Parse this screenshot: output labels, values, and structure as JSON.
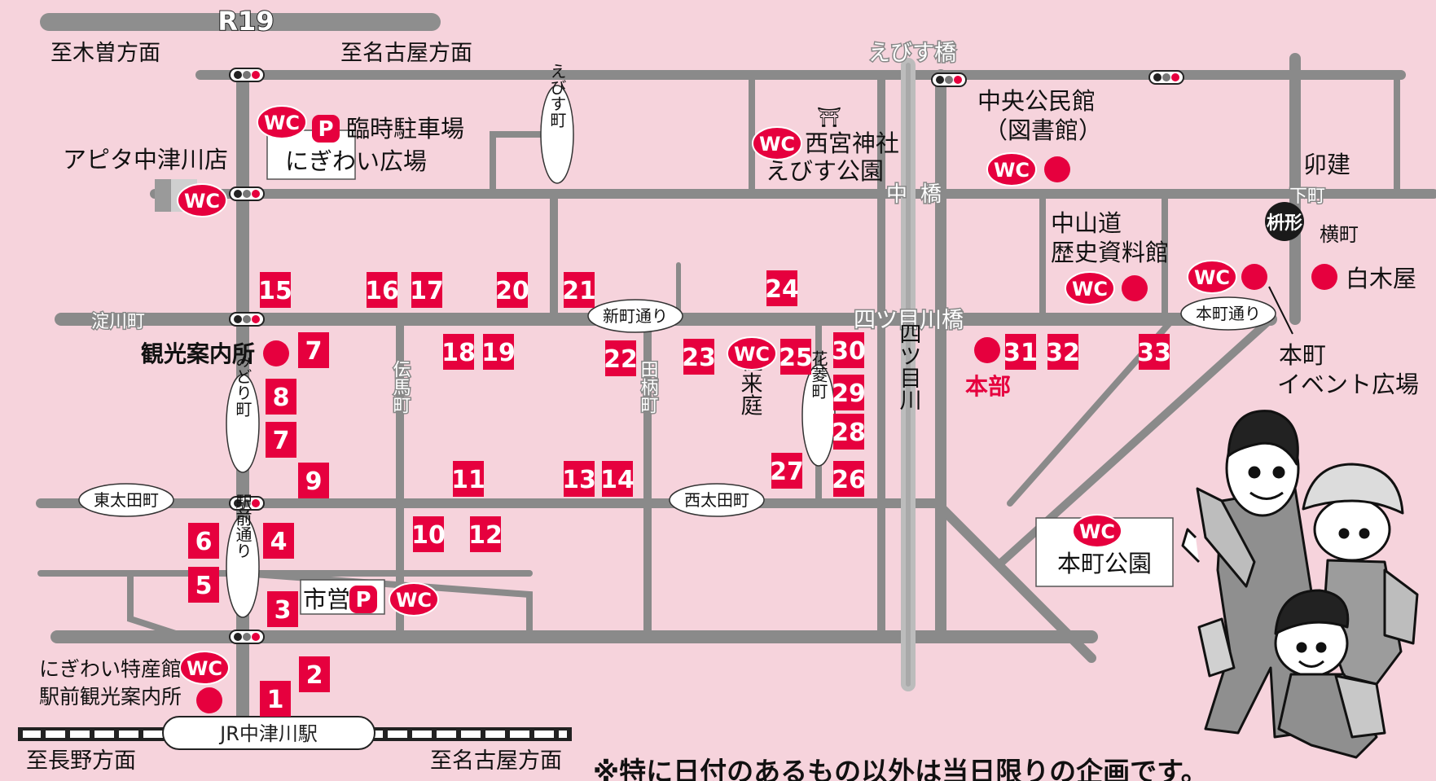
{
  "route": {
    "label": "R19"
  },
  "directions": {
    "kiso": "至木曽方面",
    "nagoya_top": "至名古屋方面",
    "nagano": "至長野方面",
    "nagoya_bottom": "至名古屋方面"
  },
  "bridges": {
    "ebisu": "えびす橋",
    "naka_1": "中",
    "naka_2": "橋",
    "yotsumegawa": "四ツ目川橋"
  },
  "river": {
    "name": "四ツ目川"
  },
  "streets": {
    "yodogawa": "淀川町",
    "denma": "伝馬町",
    "tagara": "田柄町",
    "shimomachi": "下町",
    "yokomachi": "横町",
    "ourai": "往来庭"
  },
  "oval_labels": {
    "ebisu_cho": "えびす町",
    "shinmachi": "新町通り",
    "midori": "みどり町",
    "higashi_ota": "東太田町",
    "nishi_ota": "西太田町",
    "ekimae": "駅前通り",
    "hanabishi": "花菱町",
    "honmachi": "本町通り"
  },
  "places": {
    "parking": "臨時駐車場",
    "nigiwai_plaza": "にぎわい広場",
    "apita": "アピタ中津川店",
    "shrine_mark": "⛩",
    "shrine": "西宮神社",
    "ebisu_park": "えびす公園",
    "community_hall": "中央公民館",
    "library": "（図書館）",
    "udatsu": "卯建",
    "nakasendo": "中山道",
    "history_museum": "歴史資料館",
    "masugata": "枡形",
    "shiragiya": "白木屋",
    "tourist_info": "観光案内所",
    "honbu": "本部",
    "event_plaza_1": "本町",
    "event_plaza_2": "イベント広場",
    "honmachi_park": "本町公園",
    "city_parking": "市営",
    "specialty_1": "にぎわい特産館",
    "specialty_2": "駅前観光案内所",
    "station": "JR中津川駅"
  },
  "symbols": {
    "wc": "WC",
    "parking": "P"
  },
  "venues": [
    "15",
    "16",
    "17",
    "20",
    "21",
    "24",
    "7",
    "18",
    "19",
    "22",
    "23",
    "25",
    "30",
    "31",
    "32",
    "33",
    "8",
    "29",
    "7",
    "28",
    "9",
    "11",
    "13",
    "14",
    "27",
    "26",
    "6",
    "4",
    "10",
    "12",
    "5",
    "3",
    "2",
    "1"
  ],
  "note": "※特に日付のあるもの以外は当日限りの企画です。",
  "colors": {
    "background": "#f6d3dc",
    "venue": "#e6003e",
    "road": "#8a8a8a",
    "honbu_text": "#e6003e"
  }
}
